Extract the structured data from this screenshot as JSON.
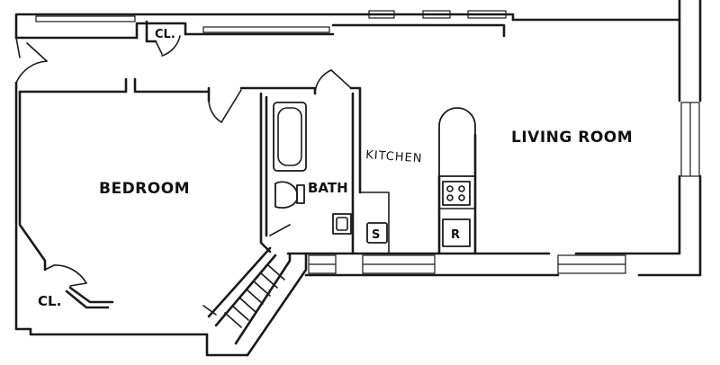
{
  "rooms": {
    "bedroom": "BEDROOM",
    "bath": "BATH",
    "kitchen": "KITCHEN",
    "living_room": "LIVING ROOM",
    "closet_top": "CL.",
    "closet_bottom": "CL."
  },
  "fixtures": {
    "sink": "S",
    "range": "R"
  }
}
